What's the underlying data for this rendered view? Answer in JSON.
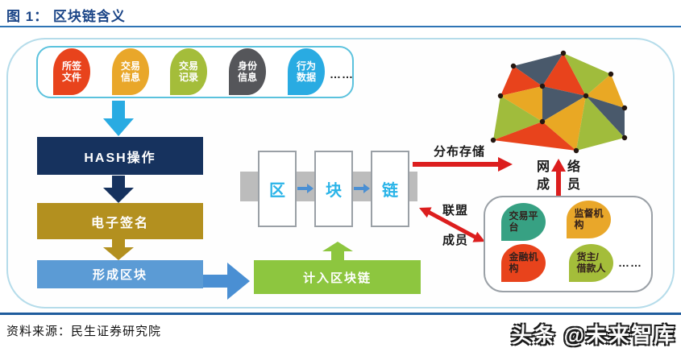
{
  "figure": {
    "title": "图 1： 区块链含义"
  },
  "source": {
    "text": "资料来源：民生证券研究院"
  },
  "watermark": {
    "text": "头条 @未来智库"
  },
  "diagram": {
    "inputs": {
      "items": [
        {
          "label": "所签\n文件",
          "color": "#e8431c"
        },
        {
          "label": "交易\n信息",
          "color": "#e9a72a"
        },
        {
          "label": "交易\n记录",
          "color": "#a4bd3a"
        },
        {
          "label": "身份\n信息",
          "color": "#55565a"
        },
        {
          "label": "行为\n数据",
          "color": "#29abe2"
        }
      ],
      "more": "……"
    },
    "flow": {
      "hash_label": "HASH操作",
      "sign_label": "电子签名",
      "form_label": "形成区块",
      "record_label": "计入区块链"
    },
    "chain": {
      "blocks": [
        "区",
        "块",
        "链"
      ]
    },
    "annotations": {
      "distributed_storage": "分布存储",
      "network_members_left": "网\n成",
      "network_members_right": "络\n员",
      "alliance_line1": "联盟",
      "alliance_line2": "成员"
    },
    "members": {
      "items": [
        {
          "label": "交易平\n台",
          "color": "#37a183"
        },
        {
          "label": "监督机\n构",
          "color": "#e9a72a"
        },
        {
          "label": "金融机\n构",
          "color": "#e8431c"
        },
        {
          "label": "货主/\n借款人",
          "color": "#a4bd3a"
        }
      ],
      "more": "……"
    },
    "palette": {
      "title_blue": "#1b4587",
      "title_rule_blue": "#2e74b5",
      "frame_border_cyan": "#b5dcea",
      "hash_navy": "#16325e",
      "sign_gold": "#b3901f",
      "form_blue": "#5b9bd5",
      "record_green": "#8dc63f",
      "chain_text_cyan": "#2ab4e8",
      "gray_bar": "#bcbcbc",
      "red_arrow": "#dc1e1e",
      "mesh_red": "#e8431c",
      "mesh_gold": "#e9a824",
      "mesh_green": "#a0bc3c",
      "mesh_slate": "#49596b",
      "bottom_rule_blue": "#1f5c9d"
    }
  }
}
